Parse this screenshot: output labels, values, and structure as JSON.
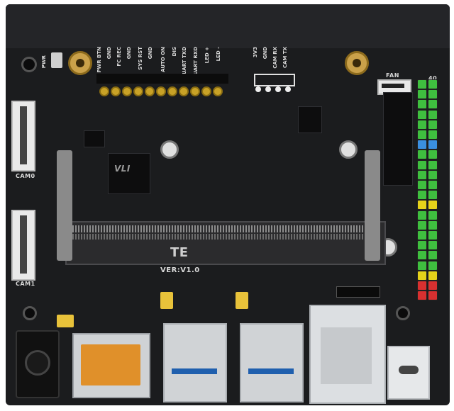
{
  "labels": {
    "pwr": "PWR",
    "cam0": "CAM0",
    "cam1": "CAM1",
    "fan": "FAN",
    "version": "VER:V1.0",
    "brand": "TE",
    "pin40": "40",
    "chip_logo": "VLI"
  },
  "header_pins": [
    "PWR BTN",
    "GND",
    "FC REC",
    "GND",
    "SYS RST",
    "GND",
    "AUTO ON",
    "DIS",
    "UART TXD",
    "UART RXD",
    "LED +",
    "LED -"
  ],
  "cam_pins": [
    "3V3",
    "GND",
    "CAM RX",
    "CAM TX"
  ],
  "colors": {
    "pcb": "#1b1c1e",
    "gold": "#d4a018",
    "gpio_green": "#3fbf3f",
    "gpio_yellow": "#e6d21a",
    "gpio_blue": "#3a8fe0",
    "gpio_red": "#d83030",
    "usb_blue": "#1f5fae",
    "hdmi_orange": "#e0902a"
  },
  "gpio_colors": [
    "green",
    "green",
    "green",
    "green",
    "green",
    "green",
    "blue",
    "green",
    "green",
    "green",
    "green",
    "green",
    "yellow",
    "green",
    "green",
    "green",
    "green",
    "green",
    "green",
    "yellow",
    "red",
    "red"
  ]
}
